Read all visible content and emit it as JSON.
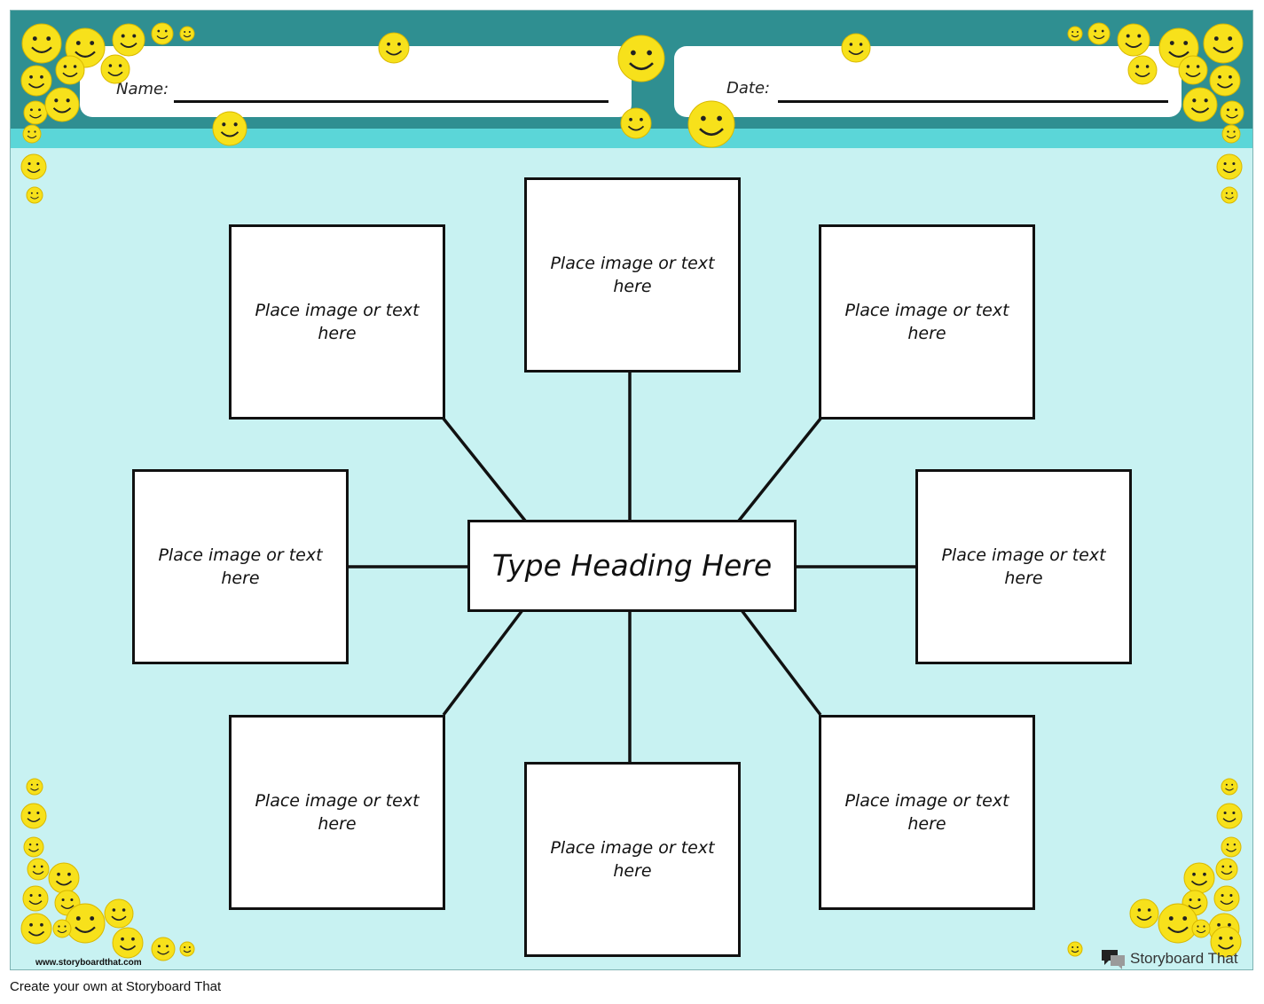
{
  "worksheet": {
    "name_label": "Name:",
    "date_label": "Date:",
    "heading": "Type Heading Here",
    "cells": [
      "Place image or text here",
      "Place image or text here",
      "Place image or text here",
      "Place image or text here",
      "Place image or text here",
      "Place image or text here",
      "Place image or text here",
      "Place image or text here"
    ]
  },
  "footer": {
    "site_url": "www.storyboardthat.com",
    "brand": "Storyboard That",
    "caption": "Create your own at Storyboard That"
  },
  "icons": {
    "decoration": "smiley-emoji-icon",
    "brand_logo": "speech-bubble-icon"
  },
  "colors": {
    "header": "#2f8f91",
    "stripe": "#5bd6d8",
    "background": "#c8f2f2",
    "emoji": "#f7e11b"
  }
}
